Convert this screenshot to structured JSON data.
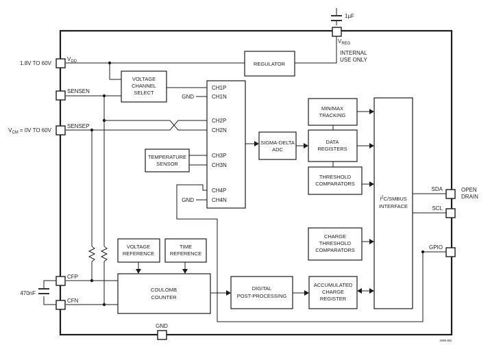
{
  "pins": {
    "vdd": "V",
    "vdd_sub": "DD",
    "sensen": "SENSEN",
    "sensep": "SENSEP",
    "cfp": "CFP",
    "cfn": "CFN",
    "gnd": "GND",
    "vreg": "V",
    "vreg_sub": "REG",
    "sda": "SDA",
    "scl": "SCL",
    "gpio": "GPIO"
  },
  "external": {
    "supply": "1.8V TO 60V",
    "vcm_v": "V",
    "vcm_sub": "CM",
    "vcm_rest": "= 0V TO 60V",
    "cap_cf": "470nF",
    "cap_reg": "1µF",
    "internal_1": "INTERNAL",
    "internal_2": "USE ONLY",
    "open_1": "OPEN",
    "open_2": "DRAIN",
    "figure_id": "2959 BD"
  },
  "mux": {
    "ch1p": "CH1P",
    "ch1n": "CH1N",
    "ch2p": "CH2P",
    "ch2n": "CH2N",
    "ch3p": "CH3P",
    "ch3n": "CH3N",
    "ch4p": "CH4P",
    "ch4n": "CH4N",
    "gnd_1": "GND",
    "gnd_4": "GND"
  },
  "blocks": {
    "regulator": "REGULATOR",
    "vcs_1": "VOLTAGE",
    "vcs_2": "CHANNEL",
    "vcs_3": "SELECT",
    "temp_1": "TEMPERATURE",
    "temp_2": "SENSOR",
    "adc_1": "SIGMA-DELTA",
    "adc_2": "ADC",
    "minmax_1": "MIN/MAX",
    "minmax_2": "TRACKING",
    "data_1": "DATA",
    "data_2": "REGISTERS",
    "thr_1": "THRESHOLD",
    "thr_2": "COMPARATORS",
    "i2c_1": "I",
    "i2c_sup": "2",
    "i2c_2": "C/SMBUS",
    "i2c_3": "INTERFACE",
    "cthr_1": "CHARGE",
    "cthr_2": "THRESHOLD",
    "cthr_3": "COMPARATORS",
    "vref_1": "VOLTAGE",
    "vref_2": "REFERENCE",
    "tref_1": "TIME",
    "tref_2": "REFERENCE",
    "cc_1": "COULOMB",
    "cc_2": "COUNTER",
    "dpp_1": "DIGITAL",
    "dpp_2": "POST-PROCESSING",
    "acc_1": "ACCUMULATED",
    "acc_2": "CHARGE",
    "acc_3": "REGISTER"
  }
}
